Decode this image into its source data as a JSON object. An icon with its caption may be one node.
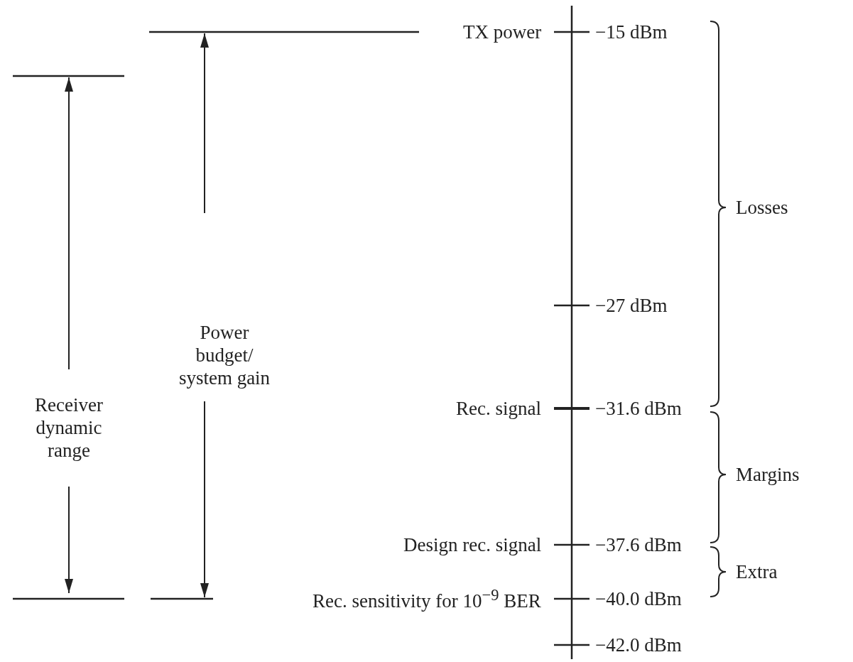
{
  "diagram": {
    "labels": [
      "TX power",
      "−15 dBm",
      "Losses",
      "Power budget/ system gain",
      "Receiver dynamic range",
      "−27 dBm",
      "Rec. signal",
      "−31.6 dBm",
      "Margins",
      "Design rec. signal",
      "−37.6 dBm",
      "Extra",
      "Rec. sensitivity for 10$^{−9}$ BER",
      "−40.0 dBm",
      "−42.0 dBm"
    ]
  }
}
